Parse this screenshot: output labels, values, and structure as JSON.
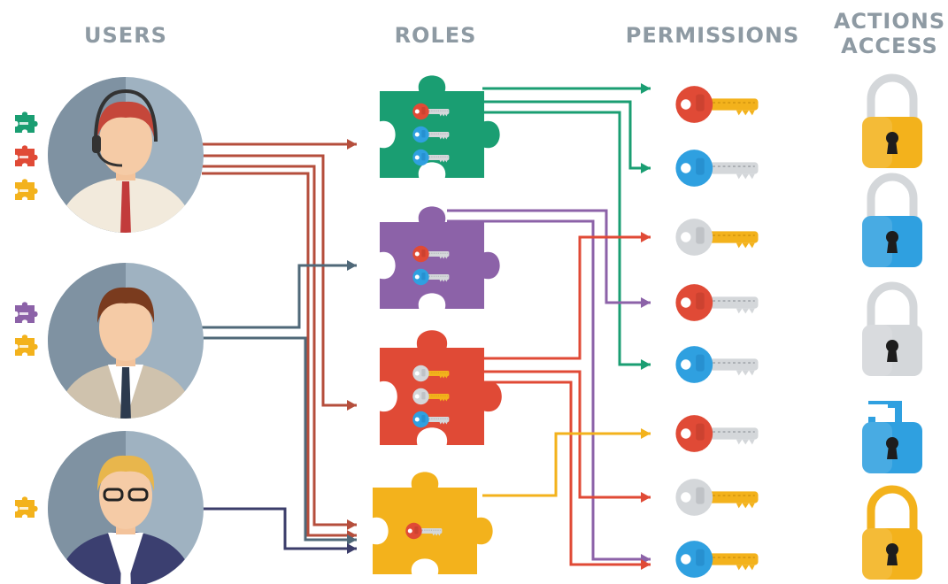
{
  "headers": {
    "users": "USERS",
    "roles": "ROLES",
    "permissions": "PERMISSIONS",
    "actions_line1": "ACTIONS",
    "actions_line2": "ACCESS"
  },
  "colors": {
    "green": "#1a9e72",
    "purple": "#8c62a8",
    "red": "#e04a36",
    "yellow": "#f3b21c",
    "blue": "#2fa0e0",
    "silver": "#d4d7da",
    "user_bg": "#9fb2c1",
    "arrow_user1": "#b54e3c",
    "arrow_user2": "#4f6878",
    "arrow_user3": "#3b3d6a",
    "header": "#8e9aa3"
  },
  "users": [
    {
      "name": "user-support-agent",
      "role_badges": [
        "green",
        "red",
        "yellow"
      ]
    },
    {
      "name": "user-businessman",
      "role_badges": [
        "purple",
        "yellow"
      ]
    },
    {
      "name": "user-businesswoman",
      "role_badges": [
        "yellow"
      ]
    }
  ],
  "roles": [
    {
      "color": "green",
      "keys": [
        "red",
        "blue",
        "blue"
      ]
    },
    {
      "color": "purple",
      "keys": [
        "red",
        "blue"
      ]
    },
    {
      "color": "red",
      "keys": [
        "silver",
        "silver",
        "blue"
      ]
    },
    {
      "color": "yellow",
      "keys": [
        "red"
      ]
    }
  ],
  "permissions": [
    {
      "head": "red",
      "blade": "yellow"
    },
    {
      "head": "blue",
      "blade": "silver"
    },
    {
      "head": "silver",
      "blade": "yellow"
    },
    {
      "head": "red",
      "blade": "silver"
    },
    {
      "head": "blue",
      "blade": "silver"
    },
    {
      "head": "red",
      "blade": "silver"
    },
    {
      "head": "silver",
      "blade": "yellow"
    },
    {
      "head": "blue",
      "blade": "yellow"
    }
  ],
  "locks": [
    {
      "body": "yellow",
      "shackle": "silver",
      "state": "closed"
    },
    {
      "body": "blue",
      "shackle": "silver",
      "state": "closed"
    },
    {
      "body": "silver",
      "shackle": "silver",
      "state": "closed"
    },
    {
      "body": "blue",
      "shackle": "blue",
      "state": "open"
    },
    {
      "body": "yellow",
      "shackle": "yellow",
      "state": "closed"
    }
  ]
}
